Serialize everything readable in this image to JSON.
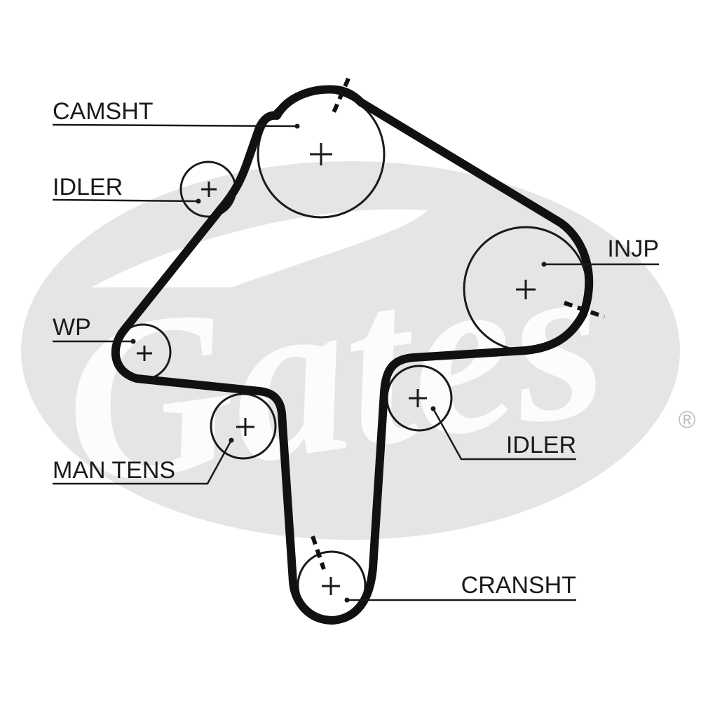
{
  "watermark": {
    "brand_text": "Gates",
    "registered_mark": "®",
    "color": "#e5e5e5"
  },
  "labels": {
    "camsht": "CAMSHT",
    "idler_top": "IDLER",
    "wp": "WP",
    "man_tens": "MAN TENS",
    "injp": "INJP",
    "idler_right": "IDLER",
    "cransht": "CRANSHT"
  },
  "colors": {
    "belt": "#111111",
    "line": "#1a1a1a",
    "background": "#ffffff"
  }
}
